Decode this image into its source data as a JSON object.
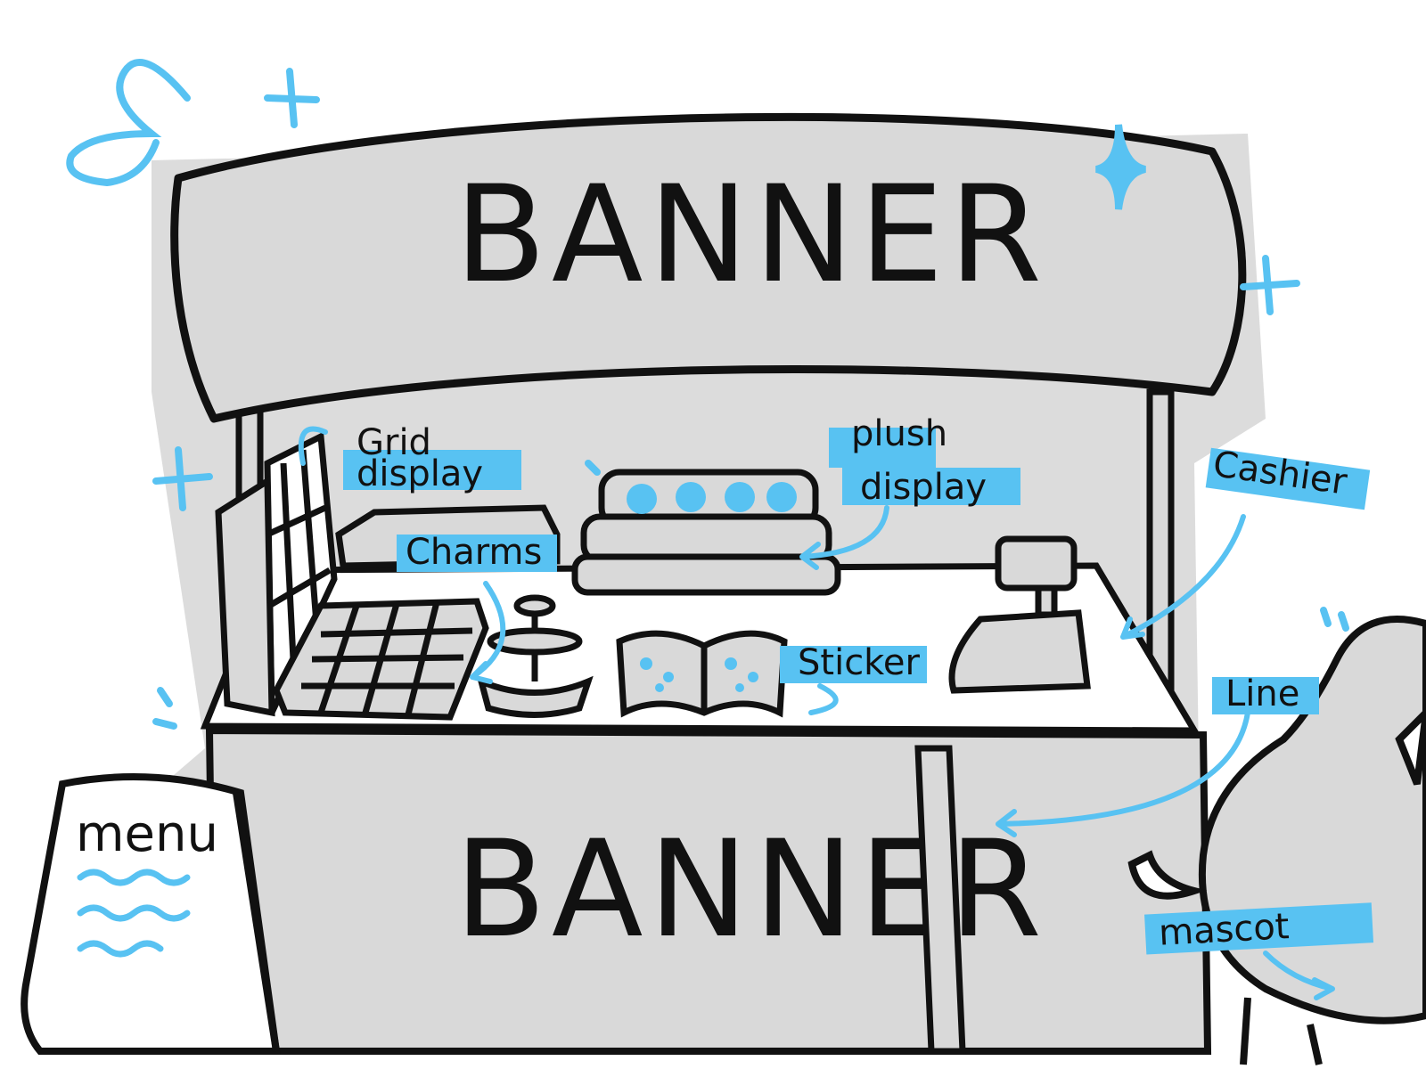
{
  "colors": {
    "ink": "#111111",
    "fill_gray": "#d9d9d9",
    "shadow_gray": "#d4d4d4",
    "accent_blue": "#58c2f2"
  },
  "banner_top": "BANNER",
  "banner_front": "BANNER",
  "menu_sign": "menu",
  "labels": {
    "grid_display_1": "Grid",
    "grid_display_2": "display",
    "plush_display_1": "plush",
    "plush_display_2": "display",
    "charms": "Charms",
    "sticker": "Sticker",
    "cashier": "Cashier",
    "line": "Line",
    "mascot": "mascot"
  },
  "icons": [
    "sparkle-icon",
    "squiggle-icon",
    "arrow-icon"
  ]
}
